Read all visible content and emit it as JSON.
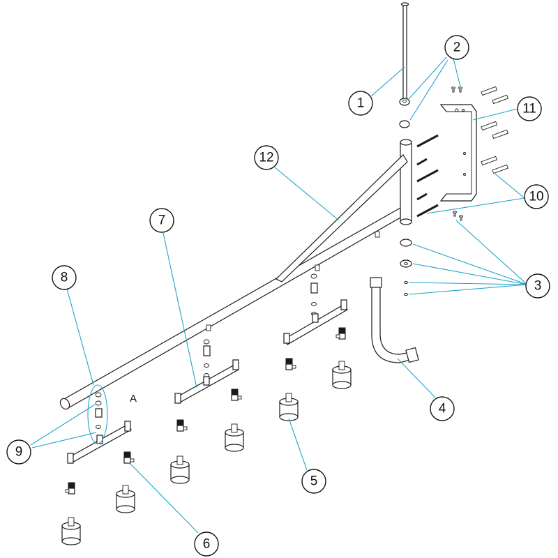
{
  "diagram": {
    "view_label": "A",
    "balloons": [
      {
        "id": "b1",
        "label": "1"
      },
      {
        "id": "b2",
        "label": "2"
      },
      {
        "id": "b3",
        "label": "3"
      },
      {
        "id": "b4",
        "label": "4"
      },
      {
        "id": "b5",
        "label": "5"
      },
      {
        "id": "b6",
        "label": "6"
      },
      {
        "id": "b7",
        "label": "7"
      },
      {
        "id": "b8",
        "label": "8"
      },
      {
        "id": "b9",
        "label": "9"
      },
      {
        "id": "b10",
        "label": "10"
      },
      {
        "id": "b11",
        "label": "11"
      },
      {
        "id": "b12",
        "label": "12"
      }
    ],
    "leader_color": "#1fa3c9",
    "line_color": "#1a1a1a"
  }
}
